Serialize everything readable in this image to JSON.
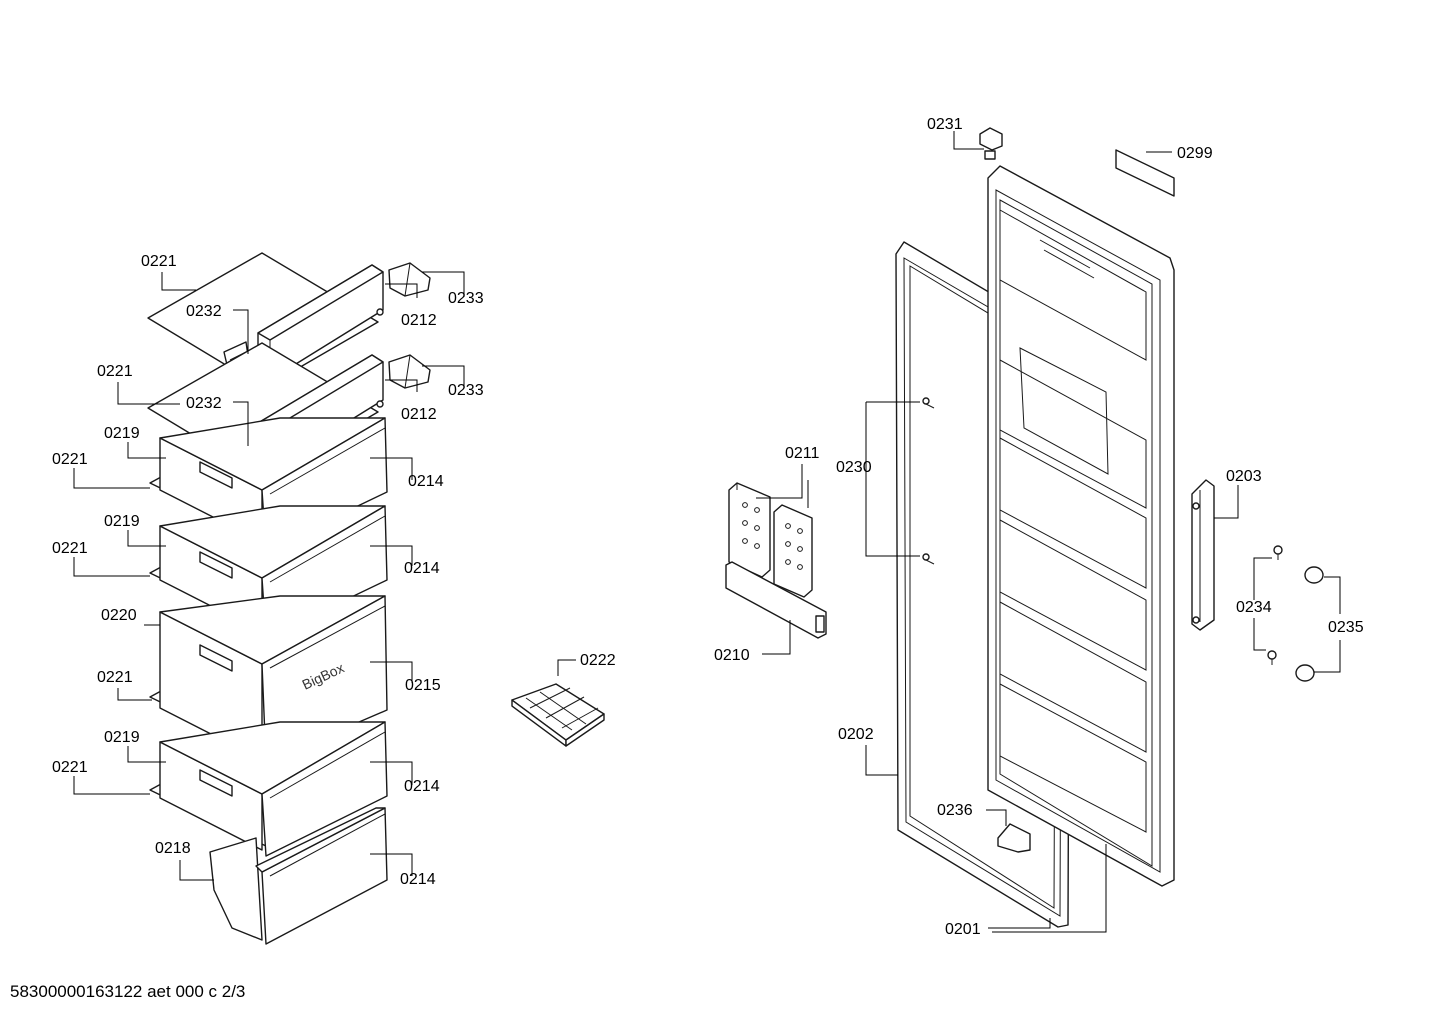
{
  "footer": {
    "document_code": "58300000163122 aet 000 c 2/3"
  },
  "callouts": [
    {
      "id": "c1",
      "label": "0221"
    },
    {
      "id": "c2",
      "label": "0232"
    },
    {
      "id": "c3",
      "label": "0233"
    },
    {
      "id": "c4",
      "label": "0212"
    },
    {
      "id": "c5",
      "label": "0221"
    },
    {
      "id": "c6",
      "label": "0232"
    },
    {
      "id": "c7",
      "label": "0233"
    },
    {
      "id": "c8",
      "label": "0212"
    },
    {
      "id": "c9",
      "label": "0219"
    },
    {
      "id": "c10",
      "label": "0221"
    },
    {
      "id": "c11",
      "label": "0214"
    },
    {
      "id": "c12",
      "label": "0219"
    },
    {
      "id": "c13",
      "label": "0221"
    },
    {
      "id": "c14",
      "label": "0214"
    },
    {
      "id": "c15",
      "label": "0220"
    },
    {
      "id": "c16",
      "label": "0221"
    },
    {
      "id": "c17",
      "label": "0215"
    },
    {
      "id": "c18",
      "label": "0219"
    },
    {
      "id": "c19",
      "label": "0221"
    },
    {
      "id": "c20",
      "label": "0214"
    },
    {
      "id": "c21",
      "label": "0218"
    },
    {
      "id": "c22",
      "label": "0214"
    },
    {
      "id": "c23",
      "label": "0222"
    },
    {
      "id": "c24",
      "label": "0211"
    },
    {
      "id": "c25",
      "label": "0210"
    },
    {
      "id": "c26",
      "label": "0230"
    },
    {
      "id": "c27",
      "label": "0202"
    },
    {
      "id": "c28",
      "label": "0236"
    },
    {
      "id": "c29",
      "label": "0201"
    },
    {
      "id": "c30",
      "label": "0231"
    },
    {
      "id": "c31",
      "label": "0299"
    },
    {
      "id": "c32",
      "label": "0203"
    },
    {
      "id": "c33",
      "label": "0234"
    },
    {
      "id": "c34",
      "label": "0235"
    }
  ],
  "drawer_brand": "BigBox",
  "colors": {
    "line": "#1a1a1a",
    "background": "#ffffff",
    "shade": "#e9e9e9"
  }
}
